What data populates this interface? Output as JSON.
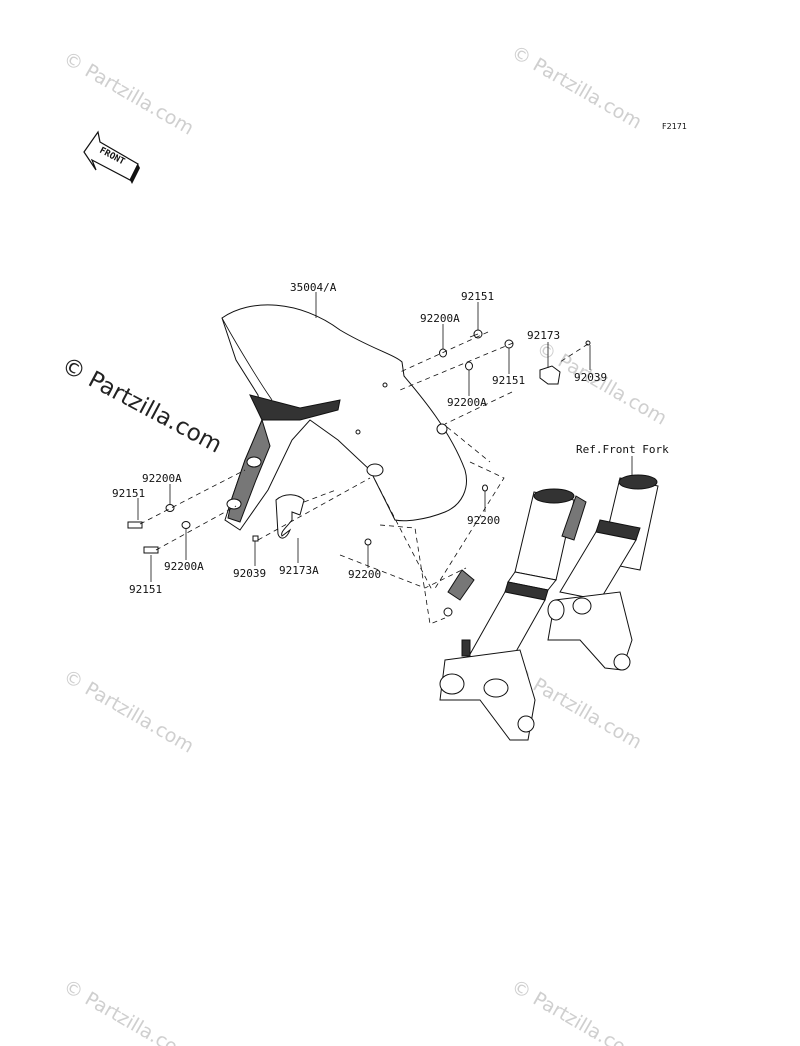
{
  "figure_code": "F2171",
  "front_arrow_label": "FRONT",
  "watermark_text": "© Partzilla.com",
  "reference_label": "Ref.Front Fork",
  "part_labels": {
    "fender": "35004/A",
    "bolt_top_right": "92151",
    "washer_top_right": "92200A",
    "bolt_mid_right": "92151",
    "washer_mid_right": "92200A",
    "clamp_right": "92173",
    "screw_right": "92039",
    "washer_upper_left": "92200A",
    "bolt_upper_left": "92151",
    "washer_lower_left": "92200A",
    "bolt_lower_left": "92151",
    "screw_left": "92039",
    "clamp_left": "92173A",
    "grommet_center": "92200",
    "grommet_right": "92200"
  }
}
